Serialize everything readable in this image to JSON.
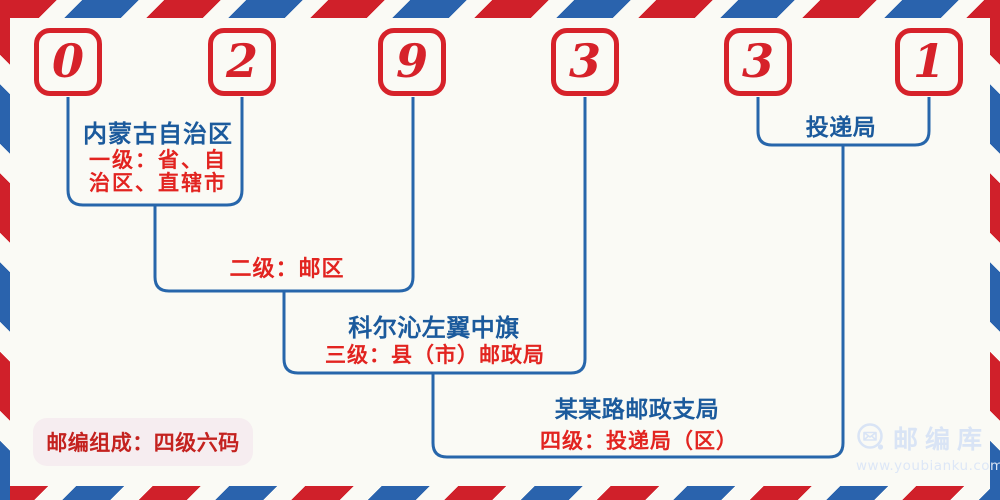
{
  "postal_code": {
    "digits": [
      "0",
      "2",
      "9",
      "3",
      "3",
      "1"
    ]
  },
  "levels": {
    "level1": {
      "region": "内蒙古自治区",
      "desc_line1": "一级：省、自",
      "desc_line2": "治区、直辖市"
    },
    "level2": {
      "desc": "二级：邮区"
    },
    "level3": {
      "region": "科尔沁左翼中旗",
      "desc": "三级：县（市）邮政局"
    },
    "level4": {
      "region": "某某路邮政支局",
      "desc": "四级：投递局（区）"
    },
    "delivery": {
      "label": "投递局"
    }
  },
  "footer": {
    "composition": "邮编组成：四级六码"
  },
  "watermark": {
    "brand": "邮编库",
    "url": "www.youbianku.com",
    "icon": "envelope-circle-icon"
  },
  "colors": {
    "background": "#fafaf5",
    "stripe_red": "#d0202a",
    "stripe_blue": "#2a63ad",
    "digit_red": "#d6222a",
    "connector_blue": "#2766ab",
    "text_blue": "#1b5a9c",
    "text_red": "#e22420",
    "pill_bg": "#f6edf0",
    "pill_text_red": "#c4221f",
    "watermark_blue": "#d9e4f5"
  }
}
